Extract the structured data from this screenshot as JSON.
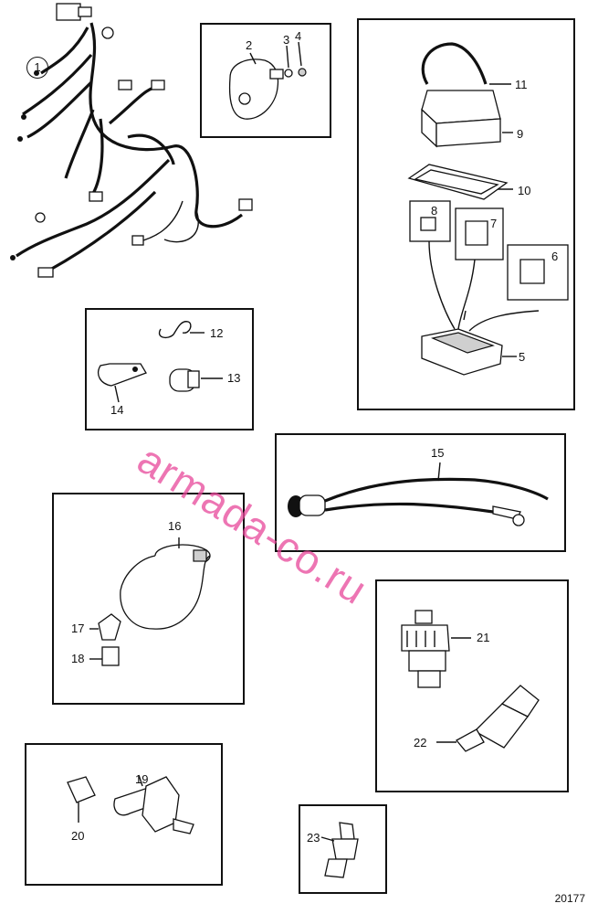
{
  "diagram": {
    "figure_number": "20177",
    "watermark": "armada-co.ru",
    "callouts": {
      "c1": "1",
      "c2": "2",
      "c3": "3",
      "c4": "4",
      "c5": "5",
      "c6": "6",
      "c7": "7",
      "c8": "8",
      "c9": "9",
      "c10": "10",
      "c11": "11",
      "c12": "12",
      "c13": "13",
      "c14": "14",
      "c15": "15",
      "c16": "16",
      "c17": "17",
      "c18": "18",
      "c19": "19",
      "c20": "20",
      "c21": "21",
      "c22": "22",
      "c23": "23"
    },
    "colors": {
      "line": "#111111",
      "watermark": "#e8479a"
    }
  }
}
